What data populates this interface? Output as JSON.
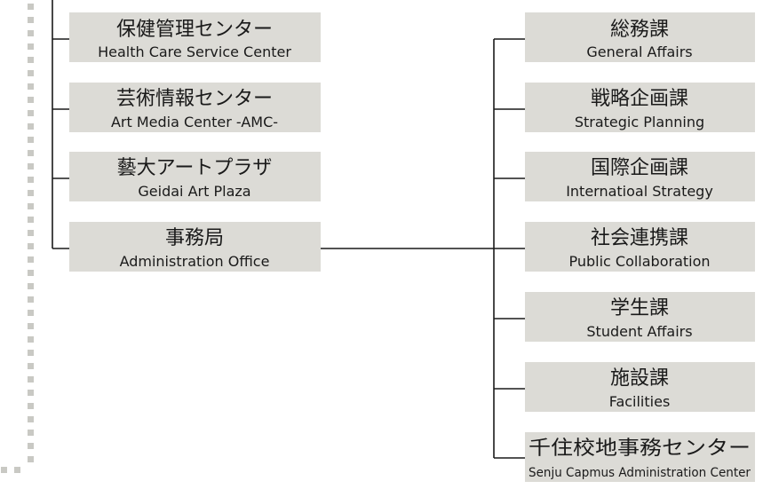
{
  "left_nodes": [
    {
      "ja": "保健管理センター",
      "en": "Health Care Service Center"
    },
    {
      "ja": "芸術情報センター",
      "en": "Art Media Center -AMC-"
    },
    {
      "ja": "藝大アートプラザ",
      "en": "Geidai Art Plaza"
    },
    {
      "ja": "事務局",
      "en": "Administration Office"
    }
  ],
  "right_nodes": [
    {
      "ja": "総務課",
      "en": "General Affairs"
    },
    {
      "ja": "戦略企画課",
      "en": "Strategic Planning"
    },
    {
      "ja": "国際企画課",
      "en": "Internatioal Strategy"
    },
    {
      "ja": "社会連携課",
      "en": "Public Collaboration"
    },
    {
      "ja": "学生課",
      "en": "Student Affairs"
    },
    {
      "ja": "施設課",
      "en": "Facilities"
    },
    {
      "ja": "千住校地事務センター",
      "en": "Senju Capmus Administration Center"
    }
  ],
  "colors": {
    "box_fill": "#dcdbd6",
    "line": "#1a1a1a",
    "dotted_border": "#c9c9c4"
  }
}
